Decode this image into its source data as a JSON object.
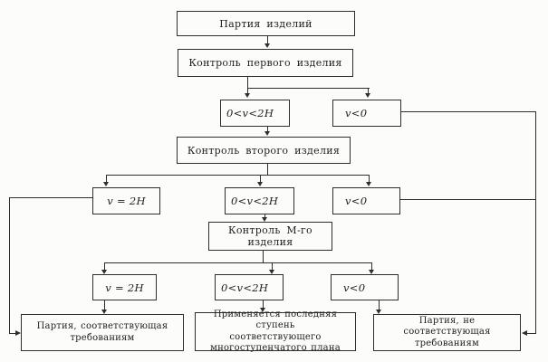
{
  "figure": {
    "type": "flowchart",
    "language": "ru",
    "paper_color": "#fcfcfa",
    "ink_color": "#2e2e2e"
  },
  "nodes": {
    "batch": "Партия изделий",
    "control_first": "Контроль первого изделия",
    "cond1_between": "0<v<2H",
    "cond1_below": "v<0",
    "control_second": "Контроль второго изделия",
    "cond2_equal": "v = 2H",
    "cond2_between": "0<v<2H",
    "cond2_below": "v<0",
    "control_m": "Контроль М-го изделия",
    "cond3_equal": "v = 2H",
    "cond3_between": "0<v<2H",
    "cond3_below": "v<0",
    "accept": {
      "lines": [
        "Партия, соответствующая",
        "требованиям"
      ]
    },
    "last_stage": {
      "lines": [
        "Применяется последняя ступень",
        "соответствующего",
        "многоступенчатого плана"
      ]
    },
    "reject": {
      "lines": [
        "Партия, не соответствующая",
        "требованиям"
      ]
    }
  }
}
